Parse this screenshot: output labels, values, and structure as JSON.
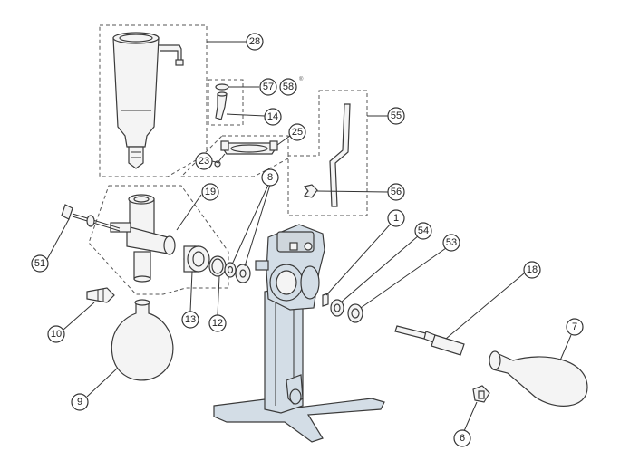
{
  "diagram": {
    "callouts": [
      {
        "id": "c28",
        "label": "28"
      },
      {
        "id": "c57",
        "label": "57"
      },
      {
        "id": "c58",
        "label": "58"
      },
      {
        "id": "c14",
        "label": "14"
      },
      {
        "id": "c25",
        "label": "25"
      },
      {
        "id": "c23",
        "label": "23"
      },
      {
        "id": "c55",
        "label": "55"
      },
      {
        "id": "c56",
        "label": "56"
      },
      {
        "id": "c19",
        "label": "19"
      },
      {
        "id": "c8",
        "label": "8"
      },
      {
        "id": "c1",
        "label": "1"
      },
      {
        "id": "c54",
        "label": "54"
      },
      {
        "id": "c53",
        "label": "53"
      },
      {
        "id": "c51",
        "label": "51"
      },
      {
        "id": "c18",
        "label": "18"
      },
      {
        "id": "c10",
        "label": "10"
      },
      {
        "id": "c13",
        "label": "13"
      },
      {
        "id": "c12",
        "label": "12"
      },
      {
        "id": "c7",
        "label": "7"
      },
      {
        "id": "c9",
        "label": "9"
      },
      {
        "id": "c6",
        "label": "6"
      }
    ],
    "registered_mark": "®",
    "colors": {
      "line": "#3a3a3a",
      "stand": "#d3dde6",
      "background": "#ffffff"
    }
  }
}
